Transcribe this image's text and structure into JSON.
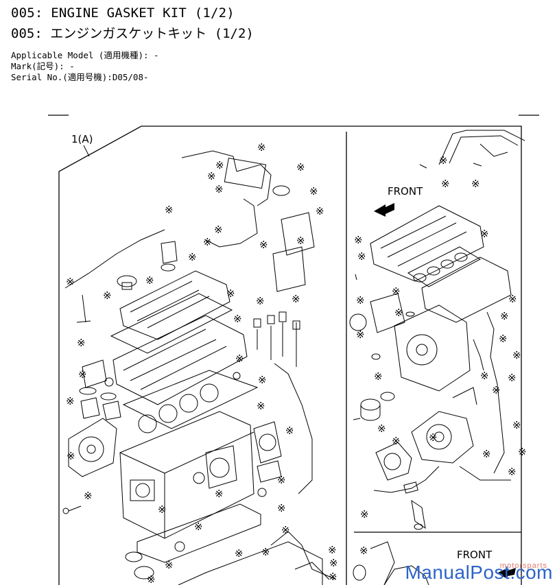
{
  "header": {
    "title_en": "005: ENGINE GASKET KIT (1/2)",
    "title_jp": "005: エンジンガスケットキット (1/2)",
    "applicable_model": "Applicable Model (適用機種): -",
    "mark": "Mark(記号): -",
    "serial": "Serial No.(適用号機):D05/08-"
  },
  "diagram": {
    "group_label": "1(A)",
    "front_label_top": "FRONT",
    "front_label_bottom": "FRONT",
    "part_marker": "※"
  },
  "watermark": {
    "text": "ManualPost.com",
    "sub": "motorsparts",
    "color": "#2d63c8"
  }
}
